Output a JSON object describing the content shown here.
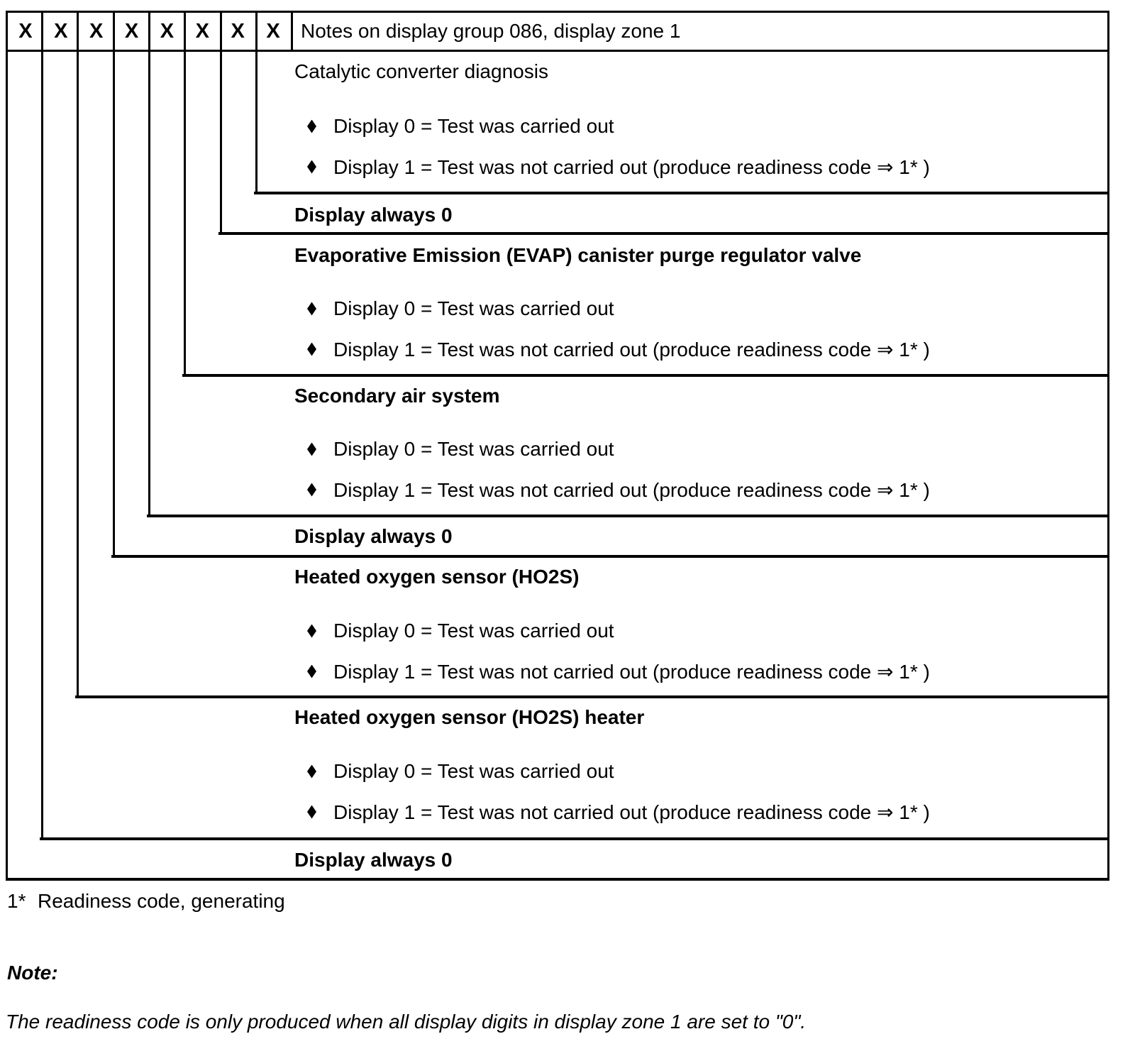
{
  "colors": {
    "ink": "#000000",
    "paper": "#ffffff"
  },
  "header": {
    "digits": [
      "X",
      "X",
      "X",
      "X",
      "X",
      "X",
      "X",
      "X"
    ],
    "title": "Notes on display group 086, display zone 1"
  },
  "bullet_icon": "diamond",
  "sections": [
    {
      "title": "Catalytic converter diagnosis",
      "bullets": [
        "Display 0 = Test was carried out",
        "Display 1 = Test was not carried out (produce readiness code ⇒ 1* )"
      ]
    },
    {
      "title": "Display always 0",
      "bullets": []
    },
    {
      "title": "Evaporative Emission (EVAP) canister purge regulator valve",
      "bullets": [
        "Display 0 = Test was carried out",
        "Display 1 = Test was not carried out (produce readiness code ⇒ 1* )"
      ]
    },
    {
      "title": "Secondary air system",
      "bullets": [
        "Display 0 = Test was carried out",
        "Display 1 = Test was not carried out (produce readiness code ⇒ 1* )"
      ]
    },
    {
      "title": "Display always 0",
      "bullets": []
    },
    {
      "title": "Heated oxygen sensor (HO2S)",
      "bullets": [
        "Display 0 = Test was carried out",
        "Display 1 = Test was not carried out (produce readiness code ⇒ 1* )"
      ]
    },
    {
      "title": "Heated oxygen sensor (HO2S) heater",
      "bullets": [
        "Display 0 = Test was carried out",
        "Display 1 = Test was not carried out (produce readiness code ⇒  1* )"
      ]
    },
    {
      "title": "Display always 0",
      "bullets": []
    }
  ],
  "footnote": {
    "marker": "1*",
    "text": "Readiness code, generating"
  },
  "note": {
    "label": "Note:",
    "body": "The readiness code is only produced when all display digits in display zone 1 are set to \"0\"."
  }
}
